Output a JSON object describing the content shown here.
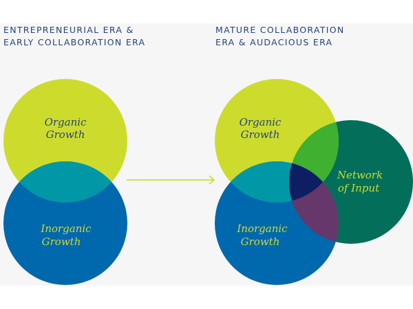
{
  "left": {
    "heading": [
      "ENTREPRENEURIAL ERA &",
      "EARLY COLLABORATION ERA"
    ],
    "organic": [
      "Organic",
      "Growth"
    ],
    "inorganic": [
      "Inorganic",
      "Growth"
    ]
  },
  "right": {
    "heading": [
      "MATURE COLLABORATION",
      "ERA & AUDACIOUS ERA"
    ],
    "organic": [
      "Organic",
      "Growth"
    ],
    "inorganic": [
      "Inorganic",
      "Growth"
    ],
    "network": [
      "Network",
      "of Input"
    ]
  },
  "colors": {
    "organic": "#cddc2c",
    "inorganic": "#0068ad",
    "network": "#036f5b",
    "organic_inorganic": "#0097a7",
    "organic_network": "#3fb02f",
    "inorganic_network": "#66376a",
    "all_three": "#0d1e63",
    "heading": "#27437a",
    "arrow": "#cddc2c"
  }
}
